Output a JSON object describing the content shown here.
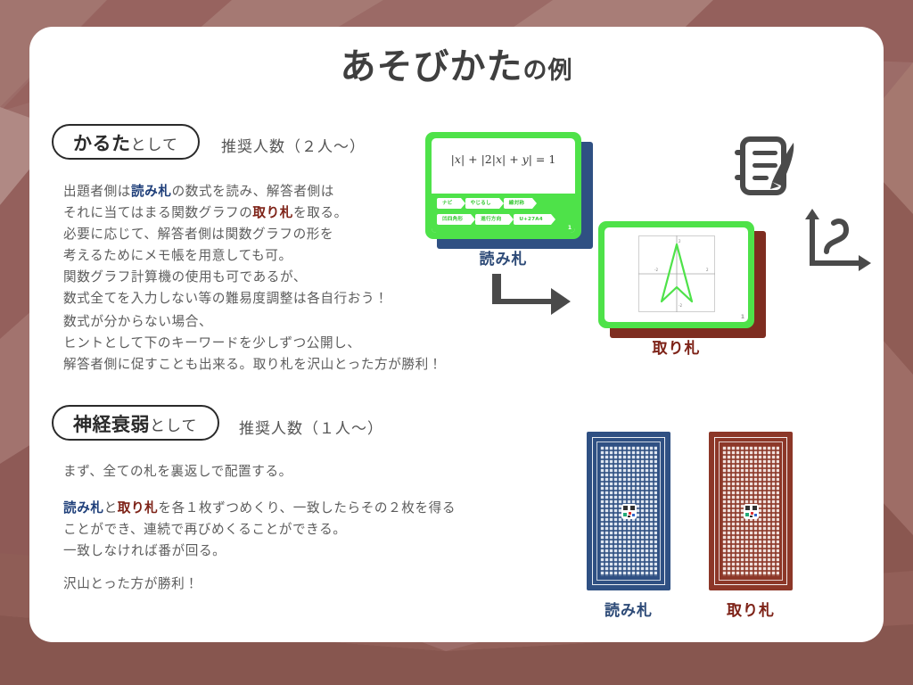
{
  "slide": {
    "title_main": "あそびかた",
    "title_suffix": "の例",
    "background_color": "#9c6c68",
    "paper_color": "#ffffff"
  },
  "sections": [
    {
      "id": "karuta",
      "pill_strong": "かるた",
      "pill_weak": "として",
      "players": "推奨人数（２人〜）",
      "paragraphs": [
        [
          {
            "t": "出題者側は",
            "s": "n"
          },
          {
            "t": "読み札",
            "s": "b"
          },
          {
            "t": "の数式を読み、解答者側は\nそれに当てはまる関数グラフの",
            "s": "n"
          },
          {
            "t": "取り札",
            "s": "r"
          },
          {
            "t": "を取る。\n必要に応じて、解答者側は関数グラフの形を\n考えるためにメモ帳を用意しても可。\n関数グラフ計算機の使用も可であるが、\n数式全てを入力しない等の難易度調整は各自行おう！",
            "s": "n"
          }
        ],
        [
          {
            "t": "数式が分からない場合、\nヒントとして下のキーワードを少しずつ公開し、\n解答者側に促すことも出来る。取り札を沢山とった方が勝利！",
            "s": "n"
          }
        ]
      ]
    },
    {
      "id": "shinkeisuijaku",
      "pill_strong": "神経衰弱",
      "pill_weak": "として",
      "players": "推奨人数（１人〜）",
      "paragraphs": [
        [
          {
            "t": "まず、全ての札を裏返しで配置する。",
            "s": "n"
          }
        ],
        [
          {
            "t": "読み札",
            "s": "b"
          },
          {
            "t": "と",
            "s": "n"
          },
          {
            "t": "取り札",
            "s": "r"
          },
          {
            "t": "を各１枚ずつめくり、一致したらその２枚を得る\nことができ、連続で再びめくることができる。\n一致しなければ番が回る。",
            "s": "n"
          }
        ],
        [
          {
            "t": "沢山とった方が勝利！",
            "s": "n"
          }
        ]
      ]
    }
  ],
  "cards": {
    "yomifuda_front": {
      "label": "読み札",
      "label_color": "#2d4a77",
      "formula": "|x| + |2|x| + y| = 1",
      "formula_parts": [
        "|",
        "x",
        "| + |2|",
        "x",
        "| + ",
        "y",
        "| = 1"
      ],
      "tags_row1": [
        "ナビ",
        "やじるし",
        "線対称"
      ],
      "tags_row2": [
        "凹四角形",
        "進行方向",
        "U+27A4"
      ],
      "card_number": "1",
      "accent_color": "#4ee249",
      "shadow_color": "#2f5083"
    },
    "torifuda_front": {
      "label": "取り札",
      "label_color": "#7e2318",
      "card_number": "1",
      "accent_color": "#4ee249",
      "shadow_color": "#7e2d20",
      "graph_curve_color": "#4ee249",
      "axis_labels": [
        "2",
        "-2",
        "2",
        "-2"
      ]
    },
    "yomifuda_back": {
      "label": "読み札",
      "label_color": "#2d4a77",
      "back_color": "#2f5083"
    },
    "torifuda_back": {
      "label": "取り札",
      "label_color": "#7e2318",
      "back_color": "#8c3728"
    }
  },
  "decorations": {
    "memo_icon": "memo-pen-icon",
    "graph_icon": "graph-axes-icon",
    "flow_arrow": "elbow-arrow-icon"
  }
}
